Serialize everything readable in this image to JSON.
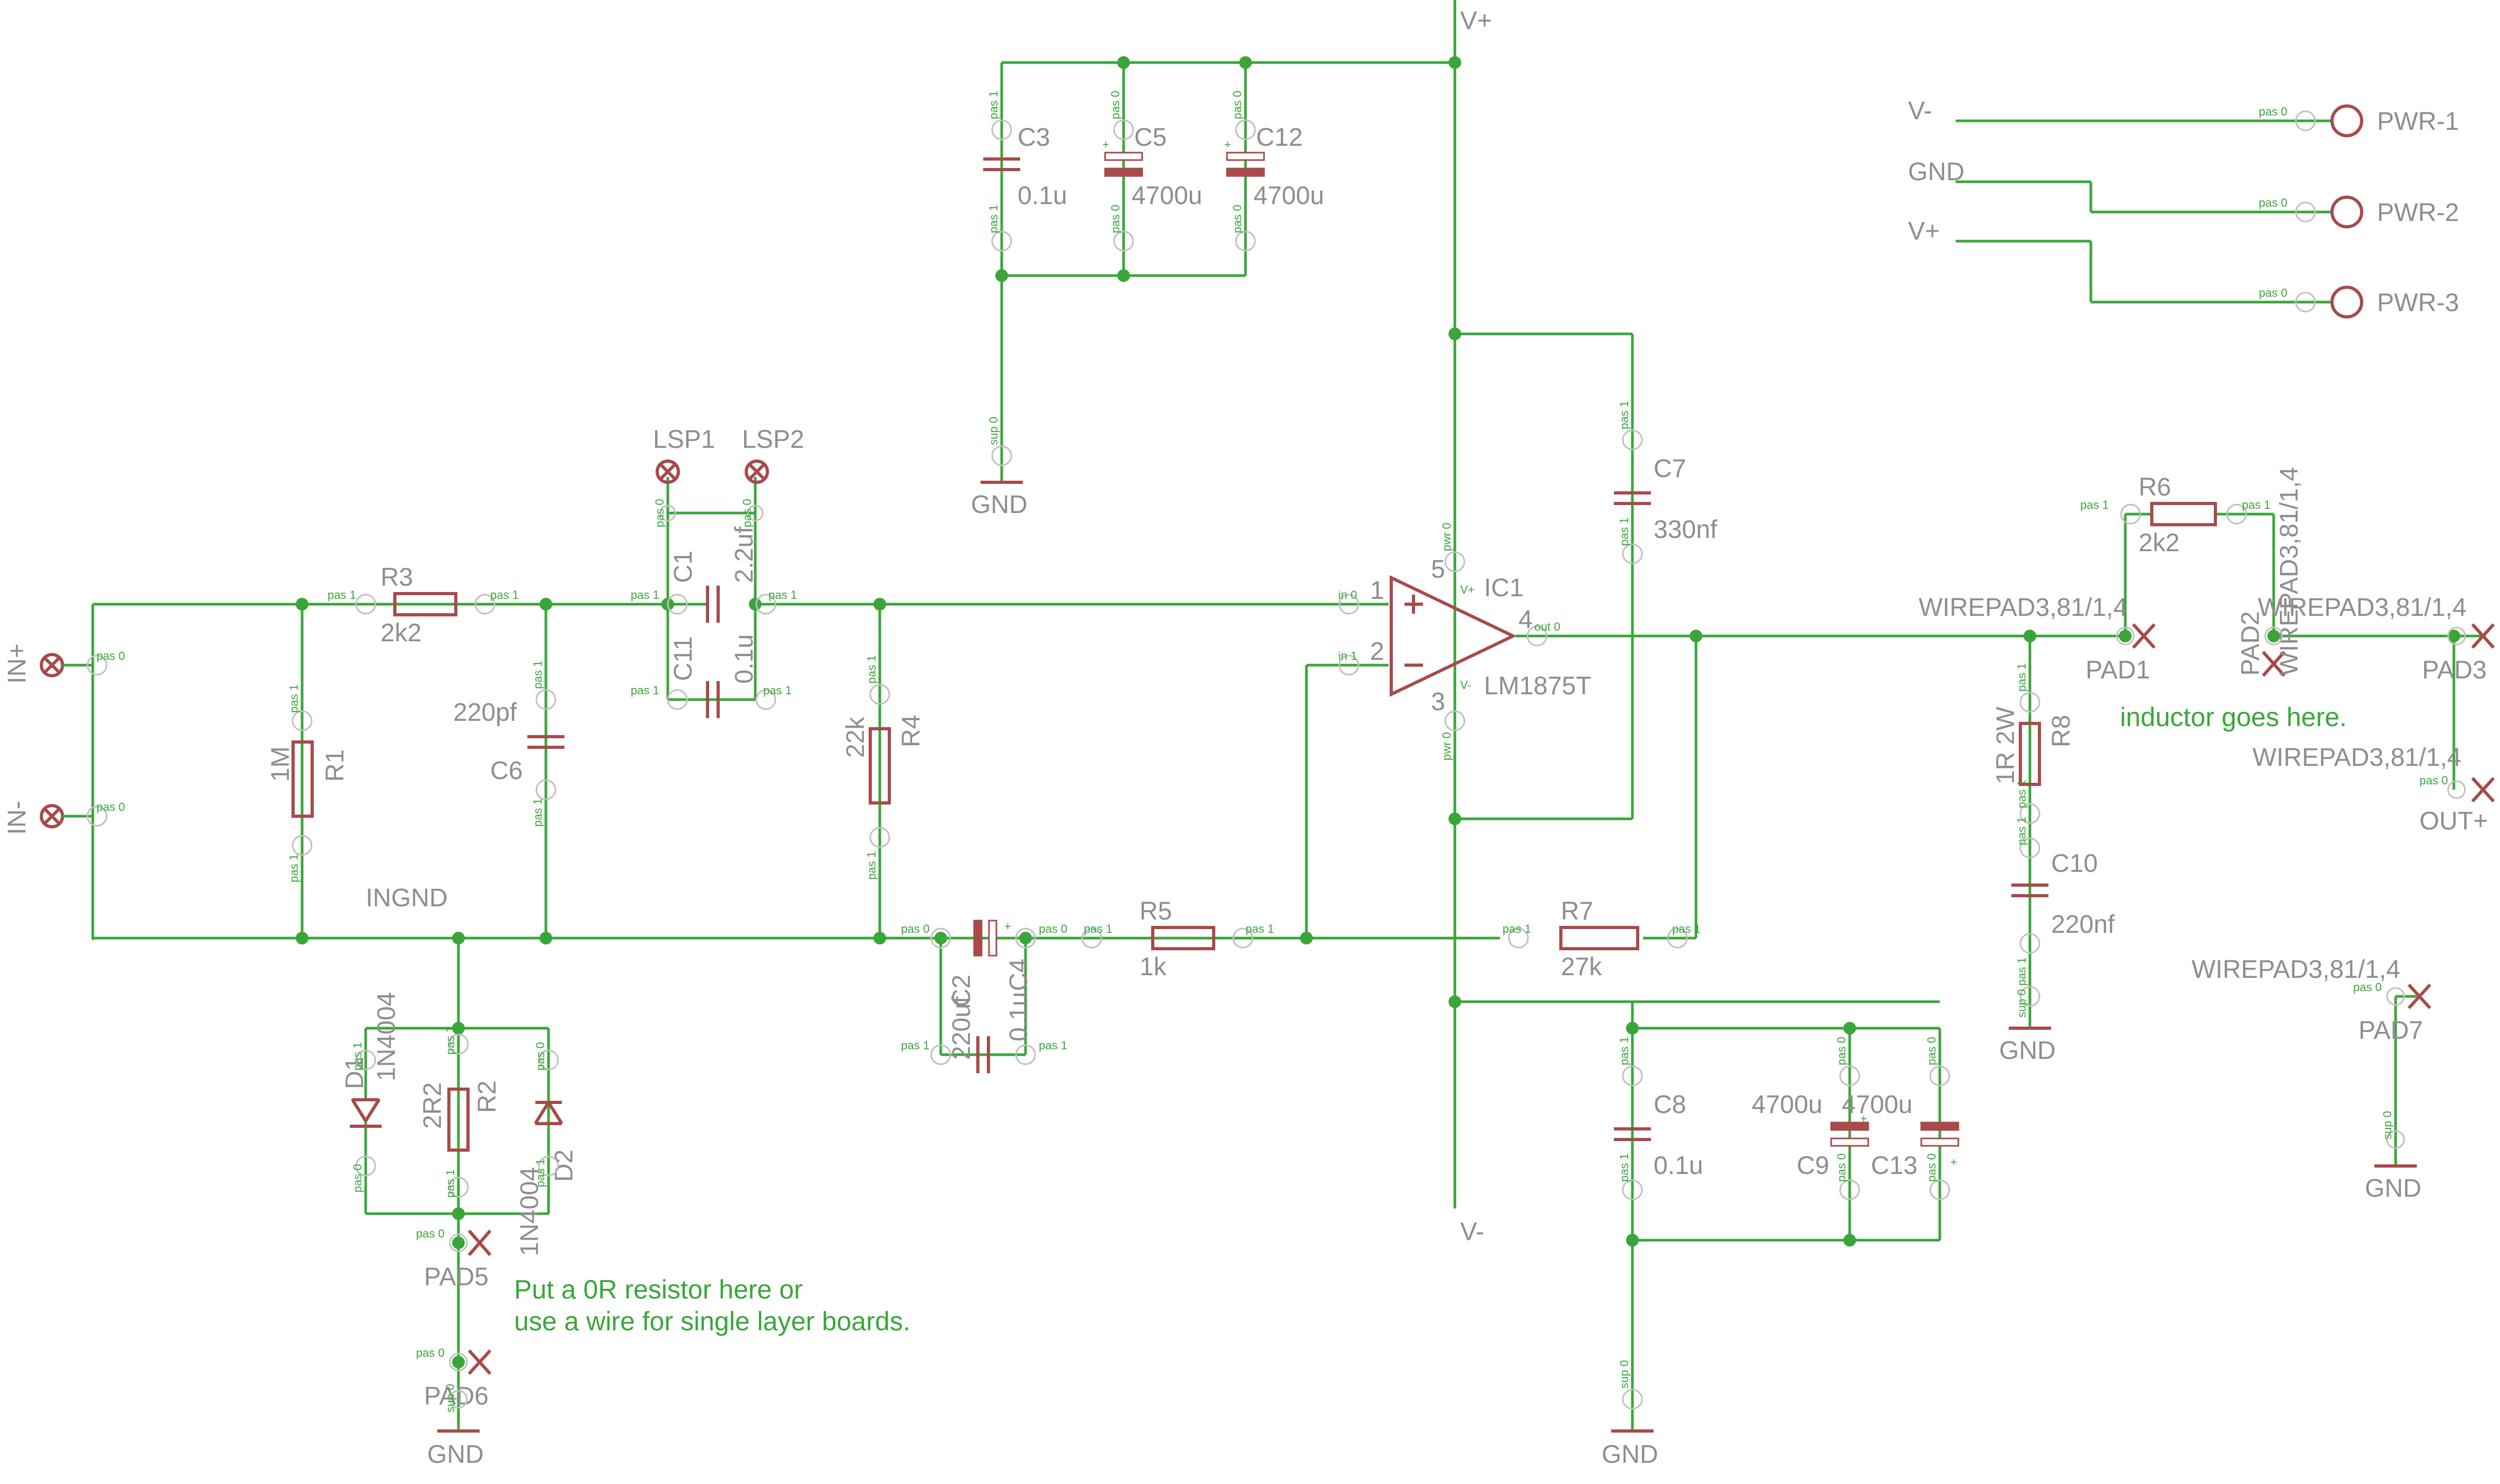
{
  "supply": {
    "vplus": "V+",
    "vminus": "V-",
    "gnd": "GND",
    "ingnd": "INGND"
  },
  "inputs": {
    "in_plus": "IN+",
    "in_minus": "IN-"
  },
  "power_connector": {
    "v_minus": "V-",
    "gnd": "GND",
    "v_plus": "V+",
    "pwr1": "PWR-1",
    "pwr2": "PWR-2",
    "pwr3": "PWR-3"
  },
  "parts": {
    "r1": {
      "ref": "R1",
      "value": "1M"
    },
    "r2": {
      "ref": "R2",
      "value": "2R2"
    },
    "r3": {
      "ref": "R3",
      "value": "2k2"
    },
    "r4": {
      "ref": "R4",
      "value": "22k"
    },
    "r5": {
      "ref": "R5",
      "value": "1k"
    },
    "r6": {
      "ref": "R6",
      "value": "2k2"
    },
    "r7": {
      "ref": "R7",
      "value": "27k"
    },
    "r8": {
      "ref": "R8",
      "value": "1R 2W"
    },
    "c1": {
      "ref": "C1",
      "value": "2.2uf"
    },
    "c11": {
      "ref": "C11",
      "value": "0.1u"
    },
    "c2": {
      "ref": "C2",
      "value": "220uf"
    },
    "c4": {
      "ref": "C4",
      "value": "0.1u"
    },
    "c3": {
      "ref": "C3",
      "value": "0.1u"
    },
    "c5": {
      "ref": "C5",
      "value": "4700u"
    },
    "c12": {
      "ref": "C12",
      "value": "4700u"
    },
    "c6": {
      "ref": "C6",
      "value": "220pf"
    },
    "c7": {
      "ref": "C7",
      "value": "330nf"
    },
    "c8": {
      "ref": "C8",
      "value": "0.1u"
    },
    "c9": {
      "ref": "C9",
      "value": "4700u"
    },
    "c13": {
      "ref": "C13",
      "value": "4700u"
    },
    "c10": {
      "ref": "C10",
      "value": "220nf"
    },
    "d1": {
      "ref": "D1",
      "value": "1N4004"
    },
    "d2": {
      "ref": "D2",
      "value": "1N4004"
    },
    "ic1": {
      "ref": "IC1",
      "value": "LM1875T",
      "p1": "1",
      "p2": "2",
      "p3": "3",
      "p4": "4",
      "p5": "5"
    }
  },
  "connectors": {
    "lsp1": "LSP1",
    "lsp2": "LSP2",
    "pad1": "PAD1",
    "pad2": "PAD2",
    "pad3": "PAD3",
    "pad5": "PAD5",
    "pad6": "PAD6",
    "pad7": "PAD7",
    "out_plus": "OUT+",
    "wirepad": "WIREPAD3,81/1,4"
  },
  "pins": {
    "pas0": "pas 0",
    "pas1": "pas 1",
    "sup0": "sup 0",
    "pwr0": "pwr 0",
    "in0": "in 0",
    "in1": "in 1",
    "out0": "out 0",
    "vplus": "V+",
    "vminus": "V-"
  },
  "notes": {
    "pad5_line1": "Put a 0R resistor here or",
    "pad5_line2": "use a wire for single layer boards.",
    "inductor": "inductor goes here."
  }
}
